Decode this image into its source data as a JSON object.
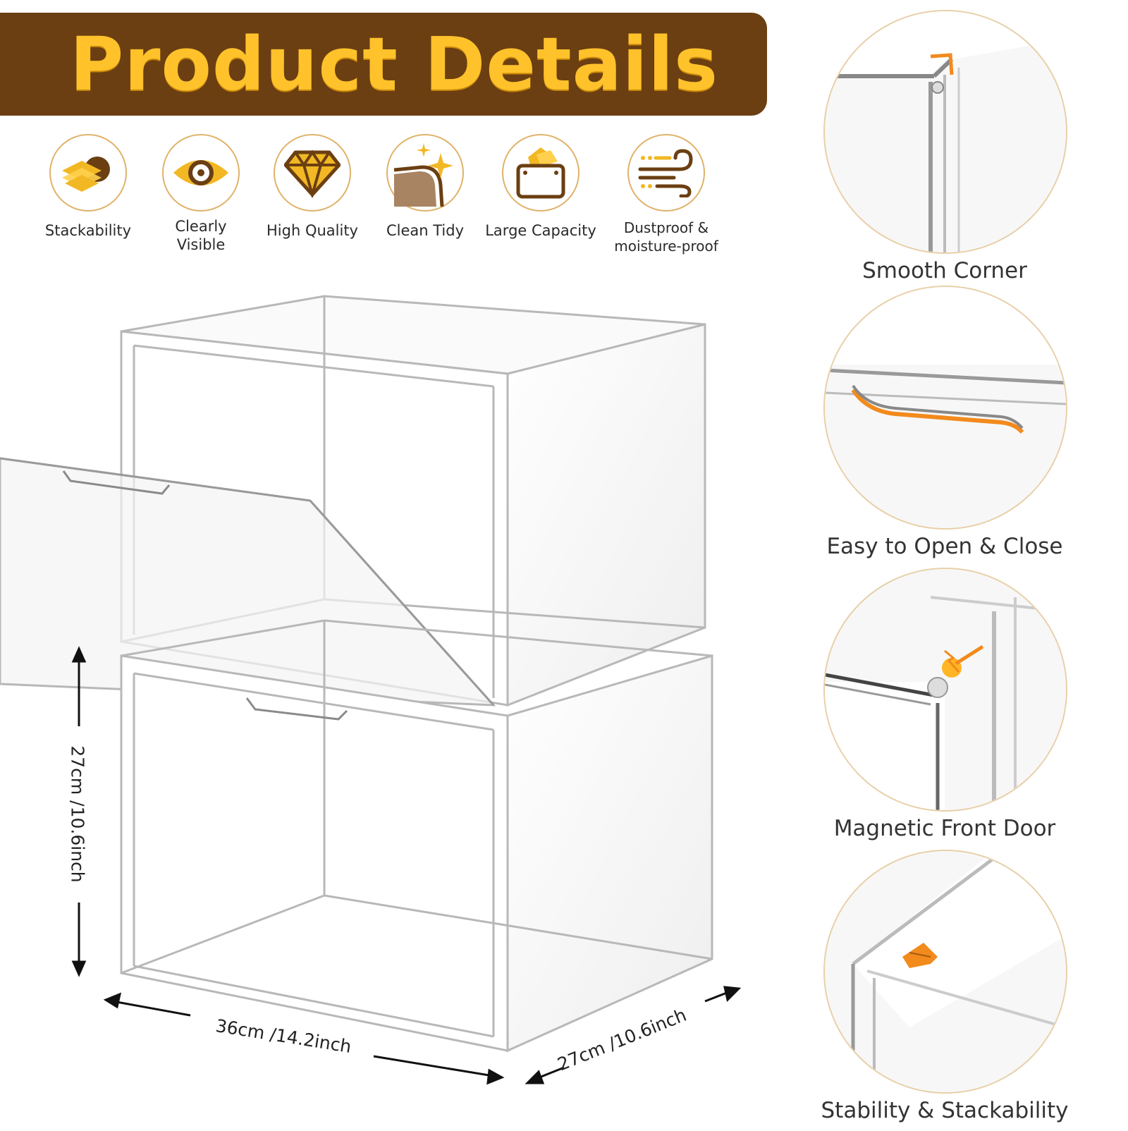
{
  "banner": {
    "title": "Product Details"
  },
  "features": [
    {
      "label": "Stackability",
      "icon": "stack-layers-icon"
    },
    {
      "label": "Clearly\nVisible",
      "icon": "eye-icon"
    },
    {
      "label": "High Quality",
      "icon": "diamond-icon"
    },
    {
      "label": "Clean Tidy",
      "icon": "sparkle-icon"
    },
    {
      "label": "Large Capacity",
      "icon": "box-capacity-icon"
    },
    {
      "label": "Dustproof &\nmoisture-proof",
      "icon": "wind-icon"
    }
  ],
  "details": [
    {
      "caption": "Smooth Corner"
    },
    {
      "caption": "Easy to Open & Close"
    },
    {
      "caption": "Magnetic Front Door"
    },
    {
      "caption": "Stability & Stackability"
    }
  ],
  "dimensions": {
    "height": "27cm /10.6inch",
    "width": "36cm /14.2inch",
    "depth": "27cm /10.6inch"
  },
  "colors": {
    "banner_bg": "#6b3f12",
    "banner_text": "#ffc22b",
    "icon_gold": "#f2b824",
    "icon_brown": "#6b3f12",
    "accent_orange": "#f28a1c"
  }
}
